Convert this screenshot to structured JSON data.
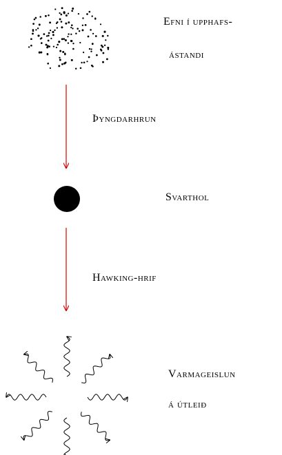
{
  "stages": {
    "initial_matter": {
      "line1": "Efni í upphafs-",
      "line2": "ástandi"
    },
    "gravitational_collapse": "Þyngdarhrun",
    "black_hole": "Svarthol",
    "hawking_effect": "Hawking-hrif",
    "thermal_radiation": {
      "line1": "Varmageislun",
      "line2": "á útleið"
    }
  },
  "colors": {
    "arrow": "#d40000",
    "ink": "#000000"
  },
  "icons": {
    "matter": "dust-cloud-icon",
    "black_hole": "black-hole-disc-icon",
    "radiation": "wavy-radiation-arrows-icon"
  }
}
